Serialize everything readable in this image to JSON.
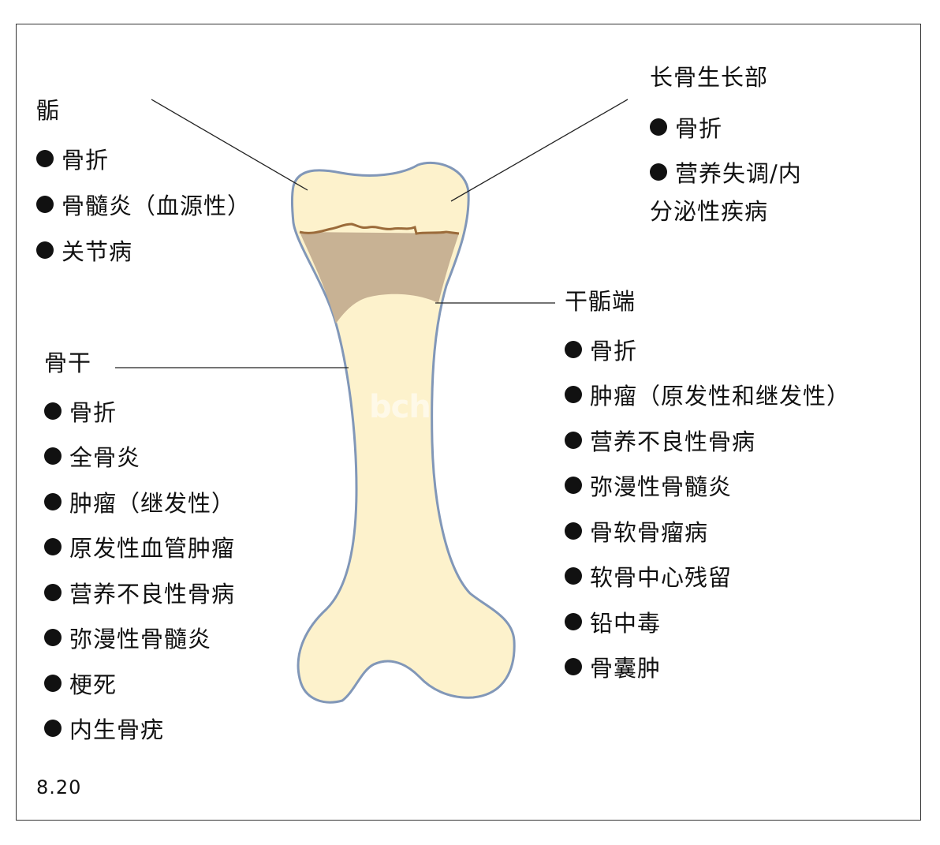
{
  "colors": {
    "bone_fill": "#fdf2cc",
    "bone_outline": "#8197b8",
    "growth_plate_fill": "#c8b294",
    "growth_line": "#9b6b3a",
    "leader_line": "#222222",
    "text": "#111111"
  },
  "epiphysis": {
    "heading": "骺",
    "items": [
      "骨折",
      "骨髓炎（血源性）",
      "关节病"
    ]
  },
  "growth_plate": {
    "heading": "长骨生长部",
    "items": [
      "骨折",
      "营养失调/内"
    ],
    "continuation": "分泌性疾病"
  },
  "metaphysis": {
    "heading": "干骺端",
    "items": [
      "骨折",
      "肿瘤（原发性和继发性）",
      "营养不良性骨病",
      "弥漫性骨髓炎",
      "骨软骨瘤病",
      "软骨中心残留",
      "铅中毒",
      "骨囊肿"
    ]
  },
  "diaphysis": {
    "heading": "骨干",
    "items": [
      "骨折",
      "全骨炎",
      "肿瘤（继发性）",
      "原发性血管肿瘤",
      "营养不良性骨病",
      "弥漫性骨髓炎",
      "梗死",
      "内生骨疣"
    ]
  },
  "figure_number": "8.20",
  "watermark": "bch"
}
